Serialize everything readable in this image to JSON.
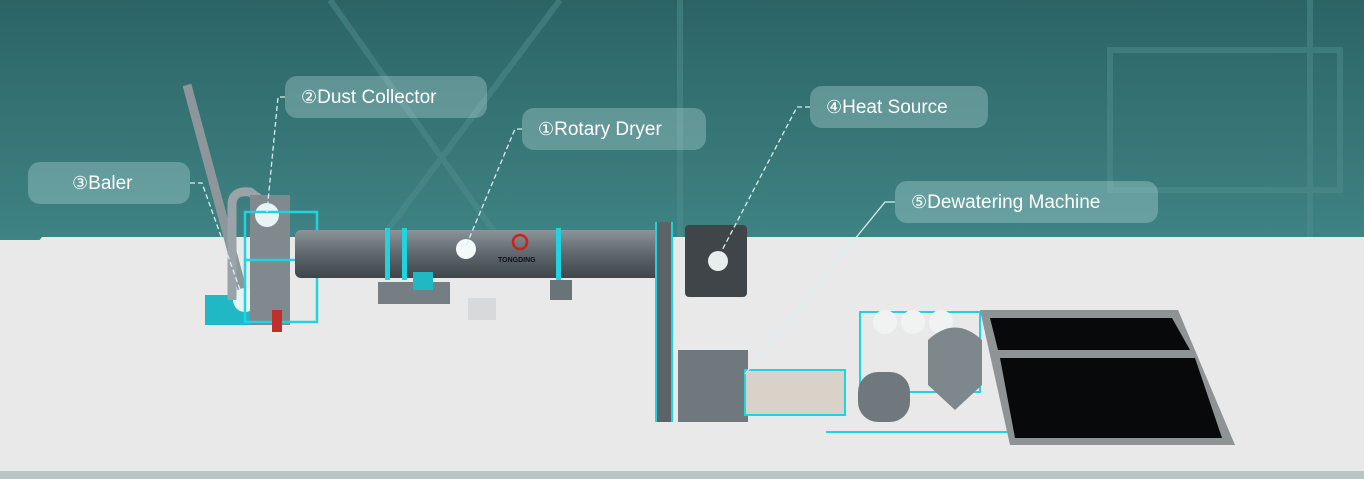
{
  "labels": [
    {
      "num": "①",
      "text": "Rotary Dryer"
    },
    {
      "num": "②",
      "text": "Dust Collector"
    },
    {
      "num": "③",
      "text": "Baler"
    },
    {
      "num": "④",
      "text": "Heat Source"
    },
    {
      "num": "⑤",
      "text": "Dewatering Machine"
    }
  ],
  "logo_text": "TONGDING",
  "colors": {
    "sky": "#3a7a7b",
    "floor": "#e9e9e9",
    "accent": "#1fd3e0",
    "machine": "#5c6468"
  }
}
